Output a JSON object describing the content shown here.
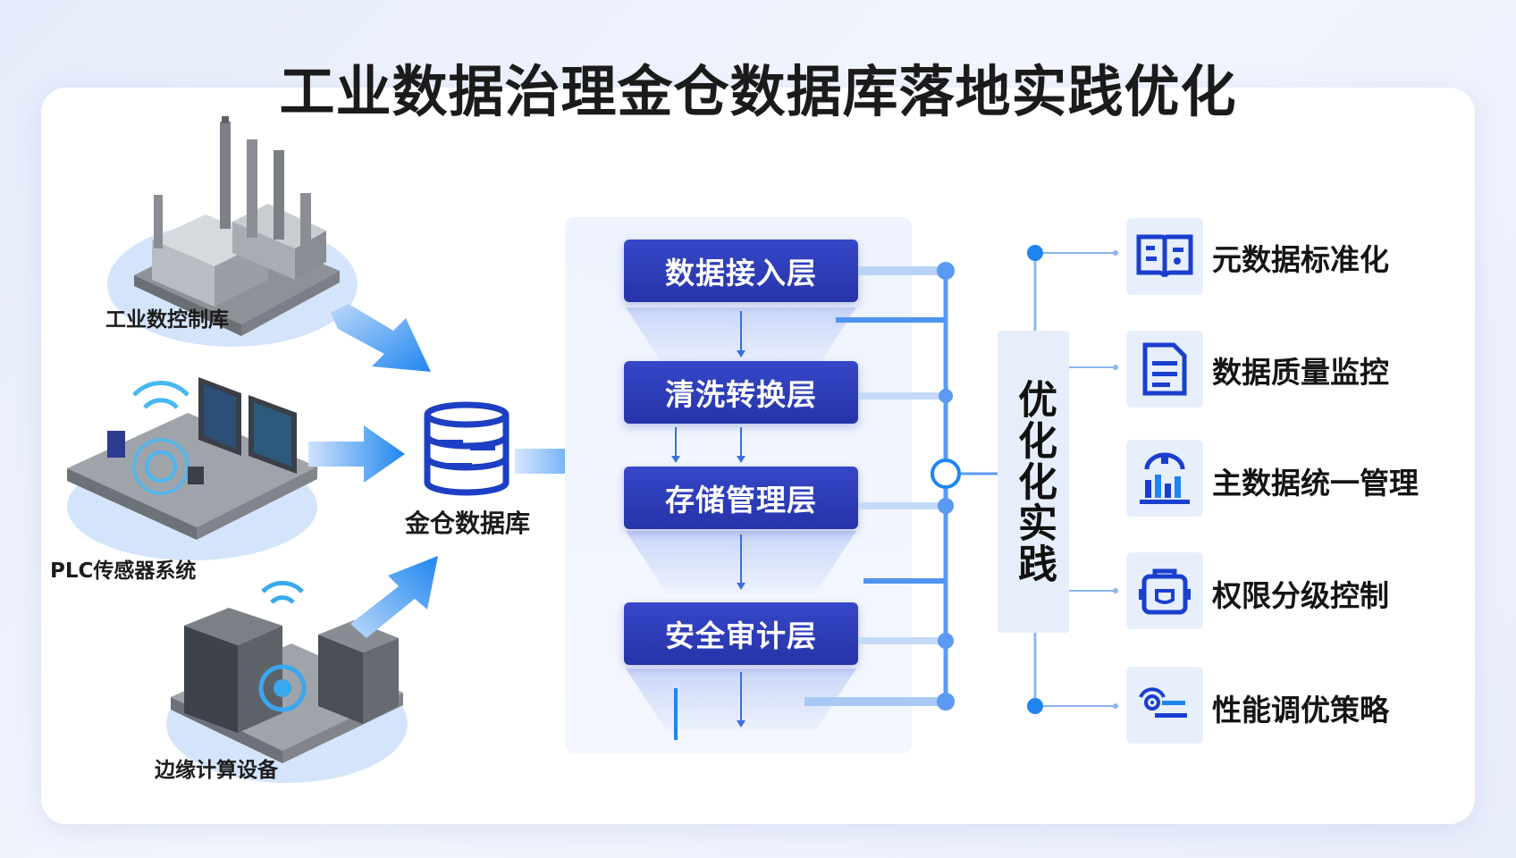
{
  "title": "工业数据治理金仓数据库落地实践优化",
  "sources": [
    {
      "label": "工业数控制库"
    },
    {
      "label": "PLC传感器系统"
    },
    {
      "label": "边缘计算设备"
    }
  ],
  "database": {
    "label": "金仓数据库"
  },
  "layers": [
    {
      "label": "数据接入层"
    },
    {
      "label": "清洗转换层"
    },
    {
      "label": "存储管理层"
    },
    {
      "label": "安全审计层"
    }
  ],
  "optimization": {
    "label": "优化化实践"
  },
  "practices": [
    {
      "label": "元数据标准化",
      "icon": "book-icon"
    },
    {
      "label": "数据质量监控",
      "icon": "document-icon"
    },
    {
      "label": "主数据统一管理",
      "icon": "data-chart-icon"
    },
    {
      "label": "权限分级控制",
      "icon": "lock-badge-icon"
    },
    {
      "label": "性能调优策略",
      "icon": "signal-settings-icon"
    }
  ],
  "colors": {
    "accent": "#1f86ef",
    "layer": "#2f3dbb",
    "bus": "#5b9af2"
  }
}
